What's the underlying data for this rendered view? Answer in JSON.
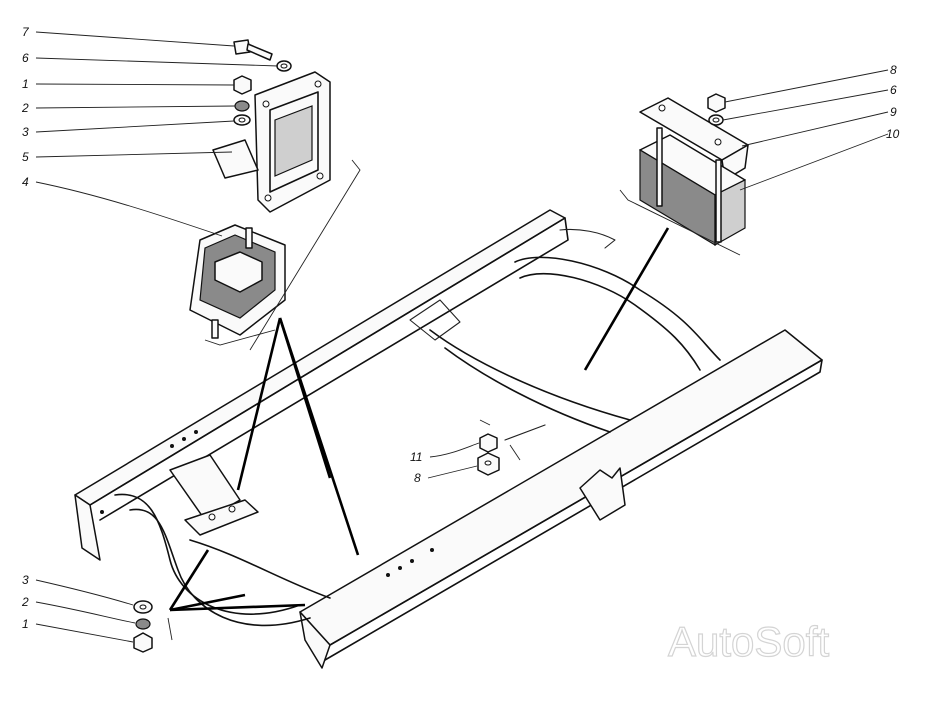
{
  "callouts_left": [
    "7",
    "6",
    "1",
    "2",
    "3",
    "5",
    "4"
  ],
  "callouts_right": [
    "8",
    "6",
    "9",
    "10"
  ],
  "callouts_center": [
    "11",
    "8"
  ],
  "callouts_bottom_left": [
    "3",
    "2",
    "1"
  ],
  "watermark": "AutoSoft"
}
